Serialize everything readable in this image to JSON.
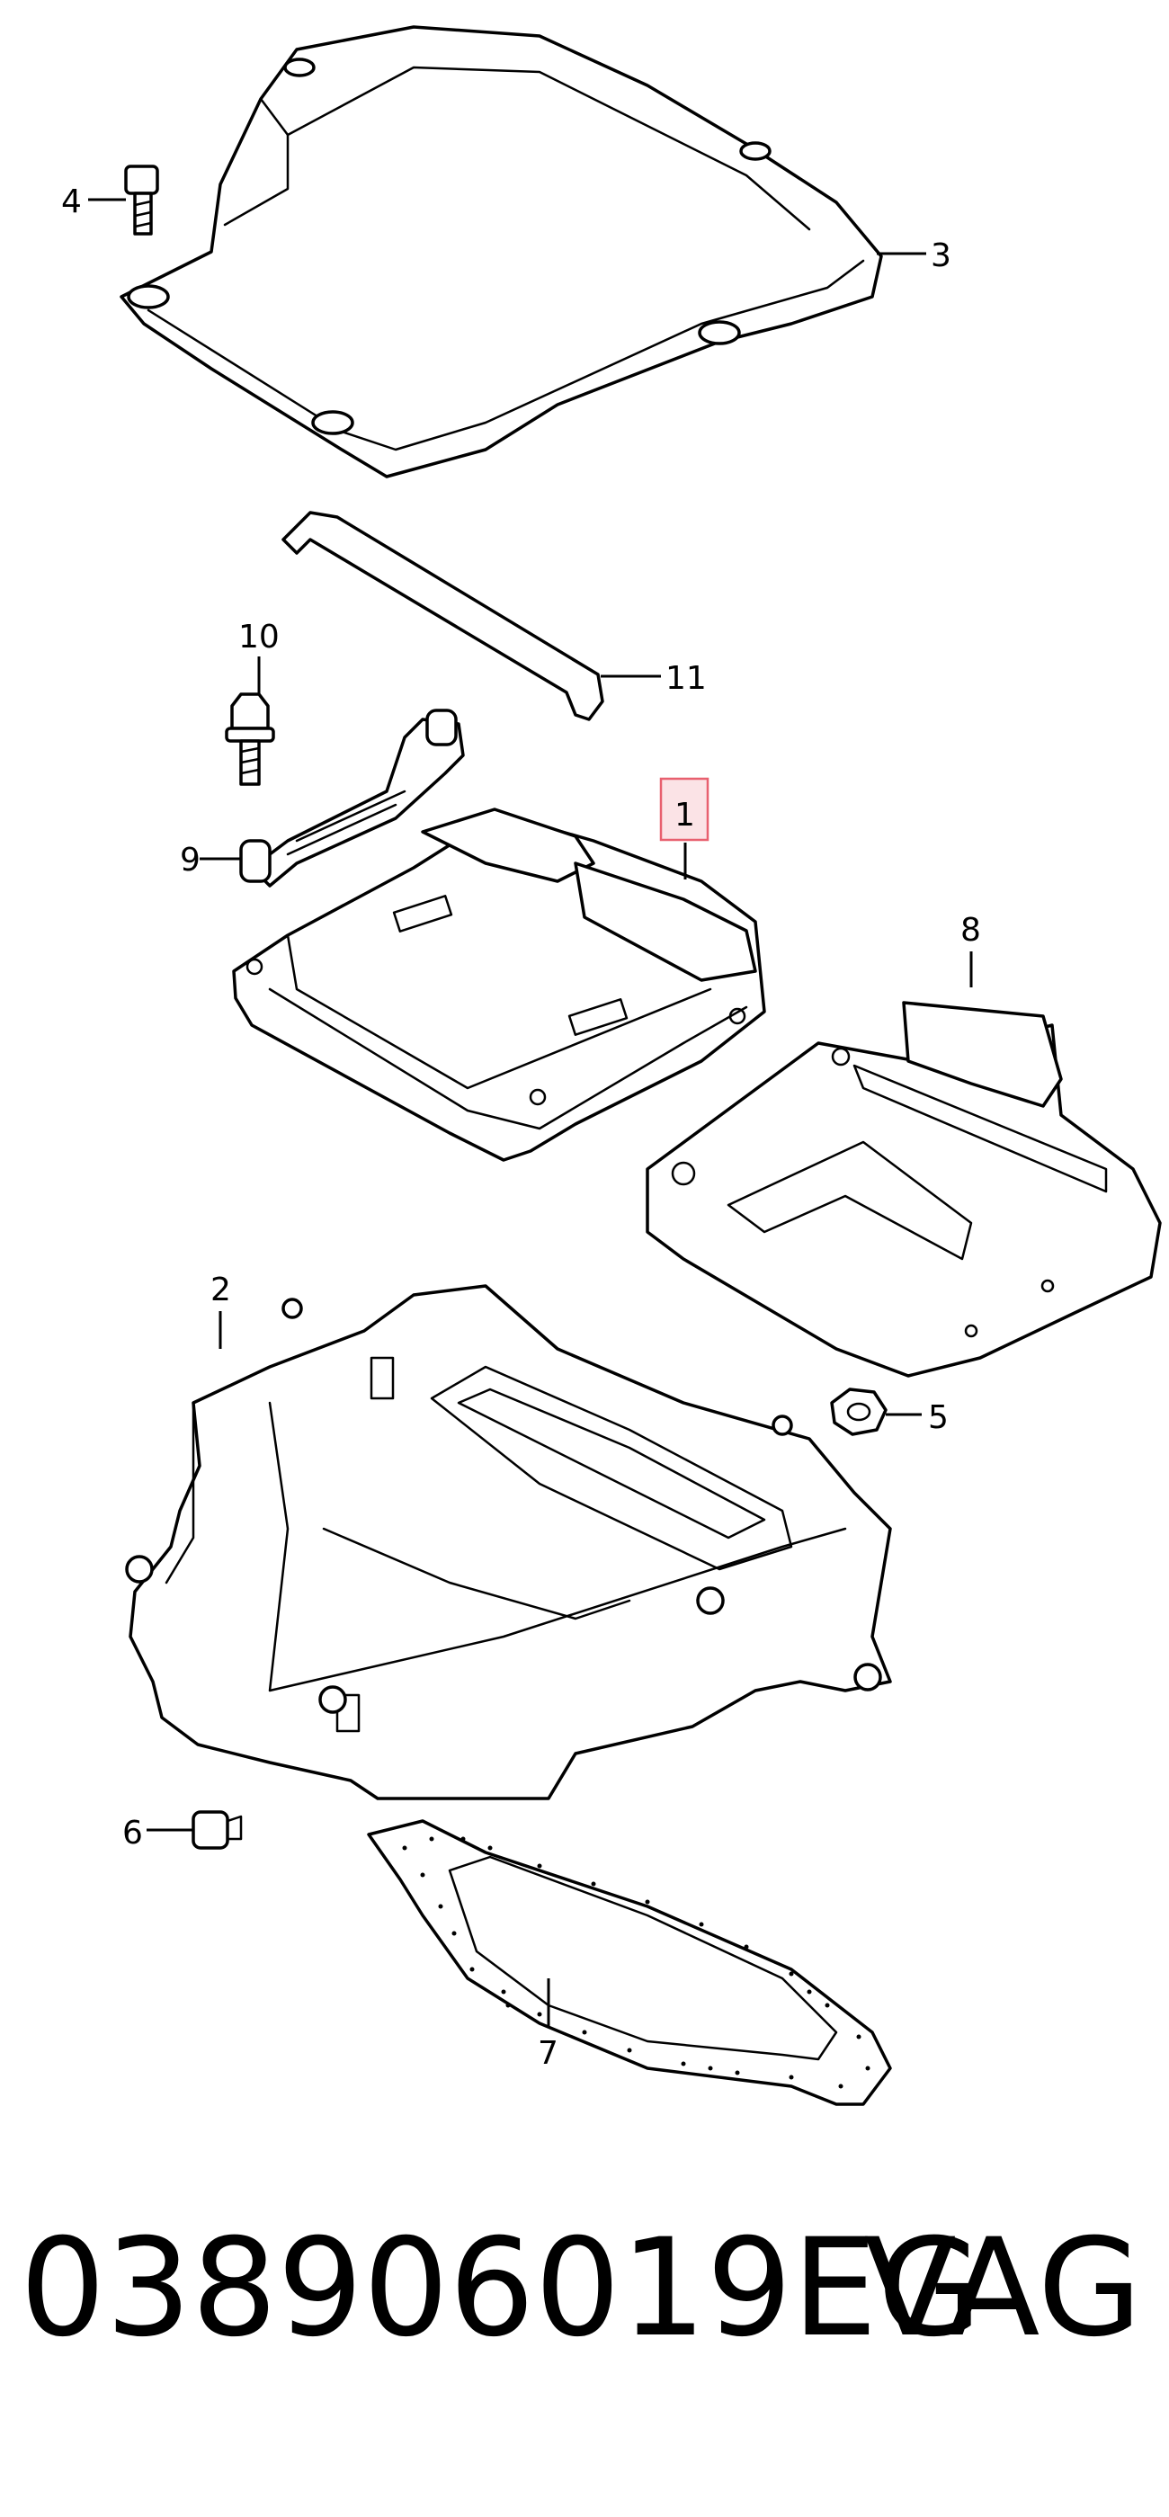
{
  "diagram": {
    "callouts": {
      "c1": "1",
      "c2": "2",
      "c3": "3",
      "c4": "4",
      "c5": "5",
      "c6": "6",
      "c7": "7",
      "c8": "8",
      "c9": "9",
      "c10": "10",
      "c11": "11"
    },
    "highlight_color": "#e8606f",
    "highlight_fill": "#fbe3e6"
  },
  "footer": {
    "part_number": "038906019EG",
    "brand": "VAG"
  }
}
